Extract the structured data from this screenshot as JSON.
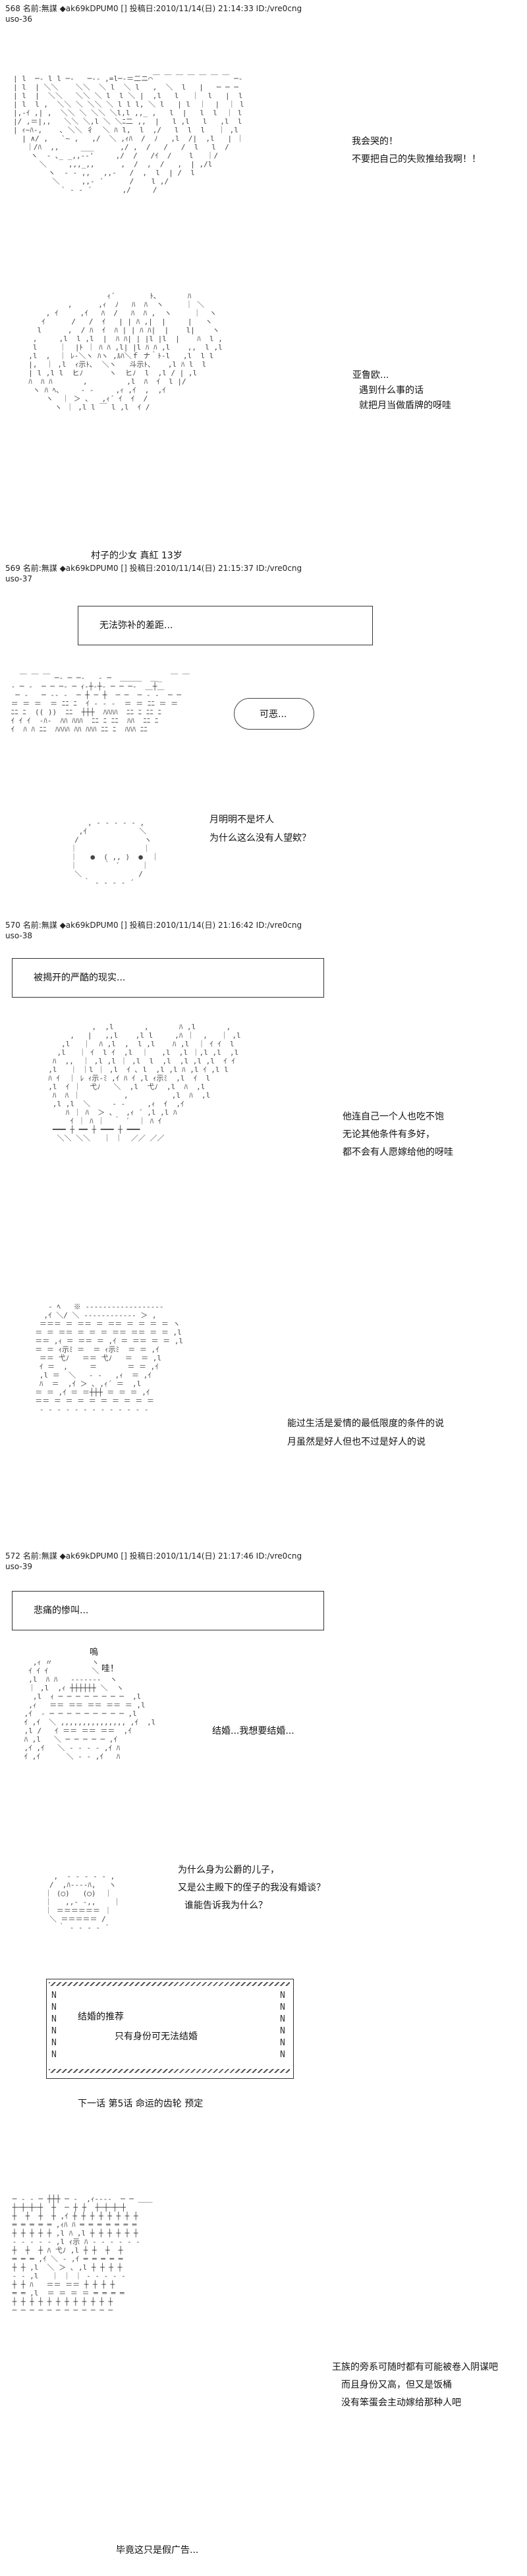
{
  "posts": [
    {
      "header": "568 名前:無謀 ◆ak69kDPUM0 [] 投稿日:2010/11/14(日) 21:14:33 ID:/vre0cng",
      "sub": "uso-36"
    },
    {
      "header": "569 名前:無謀 ◆ak69kDPUM0 [] 投稿日:2010/11/14(日) 21:15:37 ID:/vre0cng",
      "sub": "uso-37"
    },
    {
      "header": "570 名前:無謀 ◆ak69kDPUM0 [] 投稿日:2010/11/14(日) 21:16:42 ID:/vre0cng",
      "sub": "uso-38"
    },
    {
      "header": "572 名前:無謀 ◆ak69kDPUM0 [] 投稿日:2010/11/14(日) 21:17:46 ID:/vre0cng",
      "sub": "uso-39"
    }
  ],
  "p1": {
    "line1": "我会哭的！",
    "line2": "不要把自己的失败推给我啊！！",
    "s2a": "亚鲁欧...",
    "s2b": "遇到什么事的话",
    "s2c": "就把月当做盾牌的呀哇",
    "caption": "村子的少女  真紅  13岁"
  },
  "p2": {
    "box": "无法弥补的差距...",
    "bubble": "可恶...",
    "s1": "月明明不是坏人",
    "s2": "为什么这么没有人望欸？"
  },
  "p3": {
    "box": "被揭开的严酷的现实...",
    "s1": "他连自己一个人也吃不饱",
    "s2": "无论其他条件有多好，",
    "s3": "都不会有人愿嫁给他的呀哇",
    "s4": "能过生活是爱情的最低限度的条件的说",
    "s5": "月虽然是好人但也不过是好人的说"
  },
  "p4": {
    "box": "悲痛的惨叫...",
    "shout1": "嗚",
    "shout2": "哇！",
    "s1": "结婚...我想要结婚...",
    "q1": "为什么身为公爵的儿子，",
    "q2": "又是公主殿下的侄子的我没有婚谈？",
    "q3": "谁能告诉我为什么？",
    "w1": "结婚的推荐",
    "w2": "只有身份可无法结婚",
    "next": "下一话  第5话  命运的齿轮  预定",
    "r1": "王族的旁系可随时都有可能被卷入阴谋吧",
    "r2": "而且身份又高，但又是饭桶",
    "r3": "没有笨蛋会主动嫁给那种人吧",
    "final": "毕竟这只是假广告..."
  }
}
